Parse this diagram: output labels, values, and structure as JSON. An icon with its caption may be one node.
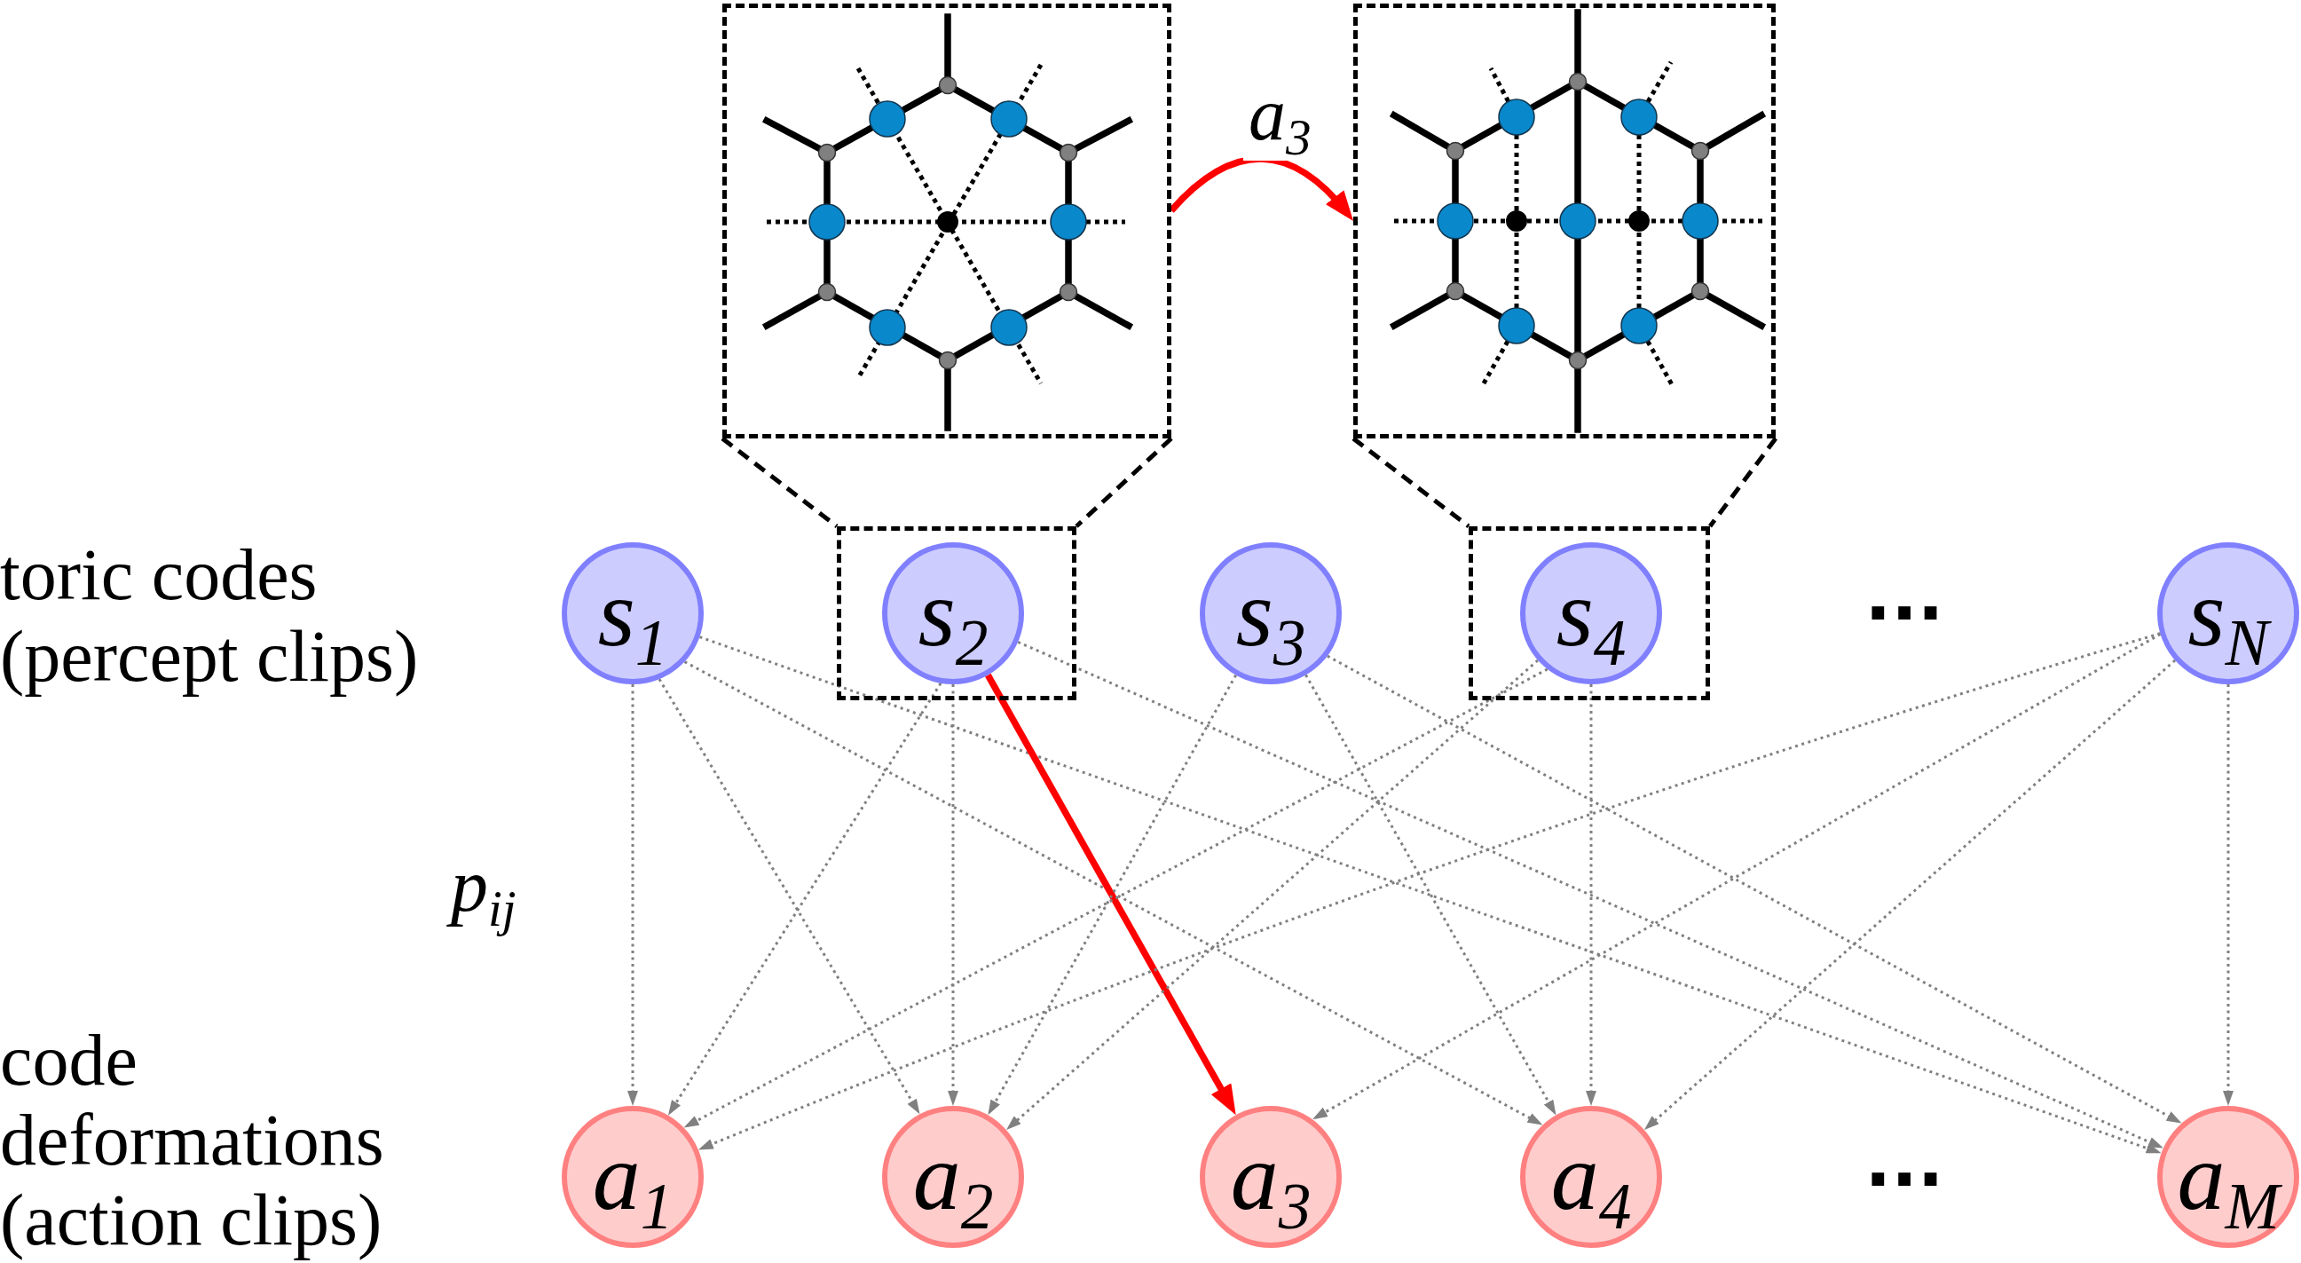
{
  "diagram": {
    "nodes": [
      {
        "text": [],
        "shape": "picture"
      },
      {
        "text": [],
        "shape": "picture"
      },
      {
        "text": [
          "s$_{1}$"
        ]
      },
      {
        "text": [],
        "shape": "box"
      },
      {
        "text": [
          "s$_{2}$"
        ],
        "in": 3
      },
      {
        "text": [
          "s$_{3}$"
        ]
      },
      {
        "text": [],
        "shape": "box"
      },
      {
        "text": [
          "s$_{4}$"
        ],
        "in": 6
      },
      {
        "text": [
          "s$_{N}$"
        ]
      },
      {
        "text": [
          "a$_{1}$"
        ]
      },
      {
        "text": [
          "a$_{2}$"
        ]
      },
      {
        "text": [
          "a$_{3}$"
        ]
      },
      {
        "text": [
          "a$_{4}$"
        ]
      },
      {
        "text": [
          "a$_{M}$"
        ]
      }
    ],
    "edges": [
      {
        "from": 0,
        "to": 1,
        "arrow": "to",
        "label": "a$_{3}$",
        "style": "thick",
        "color": "#ff0000"
      },
      {
        "from": 0,
        "to": 3,
        "arrow": "none",
        "style": "dashed",
        "color": "#000000"
      },
      {
        "from": 0,
        "to": 3,
        "arrow": "none",
        "style": "dashed",
        "color": "#000000"
      },
      {
        "from": 1,
        "to": 6,
        "arrow": "none",
        "style": "dashed",
        "color": "#000000"
      },
      {
        "from": 1,
        "to": 6,
        "arrow": "none",
        "style": "dashed",
        "color": "#000000"
      },
      {
        "from": 2,
        "to": 9,
        "arrow": "to",
        "style": "dashed"
      },
      {
        "from": 2,
        "to": 10,
        "arrow": "to",
        "style": "dashed"
      },
      {
        "from": 2,
        "to": 12,
        "arrow": "to",
        "style": "dashed"
      },
      {
        "from": 2,
        "to": 13,
        "arrow": "to",
        "style": "dashed"
      },
      {
        "from": 4,
        "to": 9,
        "arrow": "to",
        "style": "dashed"
      },
      {
        "from": 4,
        "to": 10,
        "arrow": "to",
        "style": "dashed"
      },
      {
        "from": 4,
        "to": 11,
        "arrow": "to",
        "style": "thick",
        "color": "#ff0000"
      },
      {
        "from": 4,
        "to": 13,
        "arrow": "to",
        "style": "dashed"
      },
      {
        "from": 5,
        "to": 10,
        "arrow": "to",
        "style": "dashed"
      },
      {
        "from": 5,
        "to": 12,
        "arrow": "to",
        "style": "dashed"
      },
      {
        "from": 5,
        "to": 13,
        "arrow": "to",
        "style": "dashed"
      },
      {
        "from": 7,
        "to": 9,
        "arrow": "to",
        "style": "dashed"
      },
      {
        "from": 7,
        "to": 10,
        "arrow": "to",
        "style": "dashed"
      },
      {
        "from": 7,
        "to": 12,
        "arrow": "to",
        "style": "dashed"
      },
      {
        "from": 8,
        "to": 9,
        "arrow": "to",
        "style": "dashed"
      },
      {
        "from": 8,
        "to": 11,
        "arrow": "to",
        "style": "dashed"
      },
      {
        "from": 8,
        "to": 12,
        "arrow": "to",
        "style": "dashed"
      },
      {
        "from": 8,
        "to": 13,
        "arrow": "to",
        "style": "dashed"
      }
    ],
    "labels": [
      "toric codes (percept clips)",
      "...",
      "p$_{ij}$",
      "code deformations (action clips)",
      "..."
    ]
  }
}
